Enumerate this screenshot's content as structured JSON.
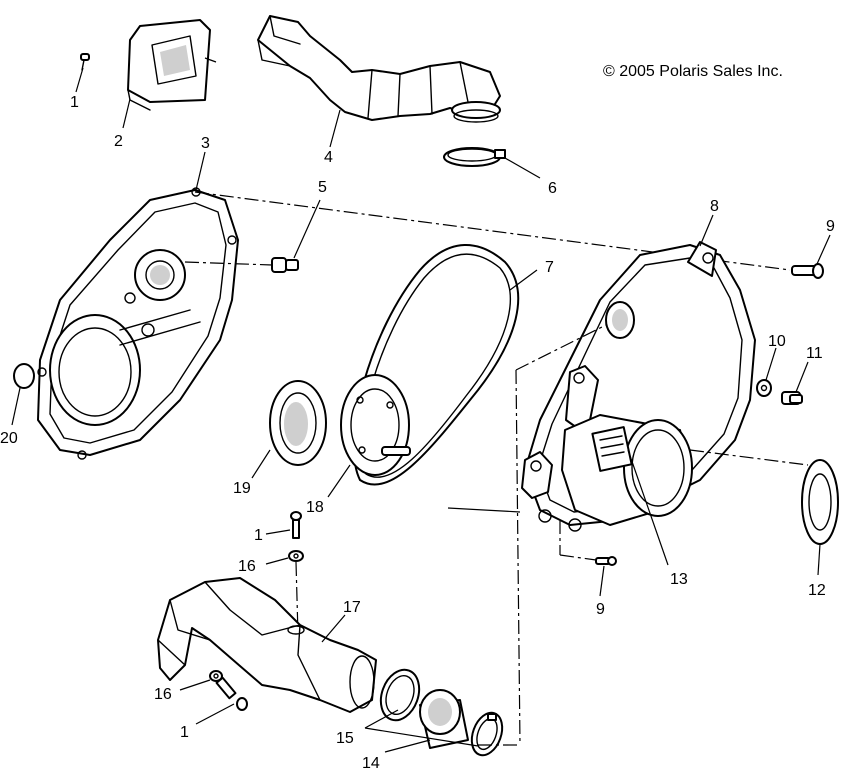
{
  "copyright": "© 2005 Polaris Sales Inc.",
  "callouts": {
    "c1a": "1",
    "c2": "2",
    "c3": "3",
    "c4": "4",
    "c5": "5",
    "c6": "6",
    "c7": "7",
    "c8": "8",
    "c9a": "9",
    "c10": "10",
    "c11": "11",
    "c12": "12",
    "c13": "13",
    "c20": "20",
    "c19": "19",
    "c18": "18",
    "c1b": "1",
    "c16a": "16",
    "c9b": "9",
    "c17": "17",
    "c16b": "16",
    "c1c": "1",
    "c15": "15",
    "c14": "14"
  }
}
